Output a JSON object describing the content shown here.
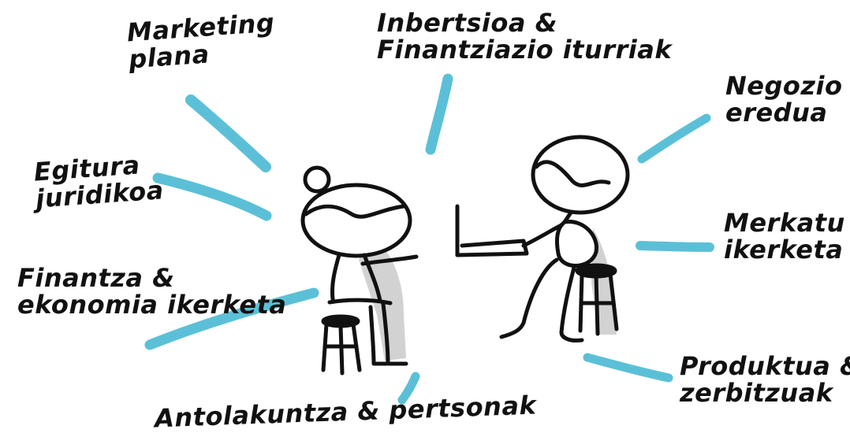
{
  "accent_color": "#5bc0d7",
  "ink_color": "#111111",
  "shadow_color": "#d2d2d2",
  "labels": {
    "marketing": {
      "line1": "Marketing",
      "line2": "plana"
    },
    "inbertsioa": {
      "line1": "Inbertsioa &",
      "line2": "Finantziazio iturriak"
    },
    "negozio": {
      "line1": "Negozio",
      "line2": "eredua"
    },
    "egitura": {
      "line1": "Egitura",
      "line2": "juridikoa"
    },
    "merkatu": {
      "line1": "Merkatu",
      "line2": "ikerketa"
    },
    "finantza": {
      "line1": "Finantza &",
      "line2": "ekonomia ikerketa"
    },
    "produktua": {
      "line1": "Produktua &",
      "line2": "zerbitzuak"
    },
    "antolakuntza": {
      "line1": "Antolakuntza & pertsonak"
    }
  }
}
